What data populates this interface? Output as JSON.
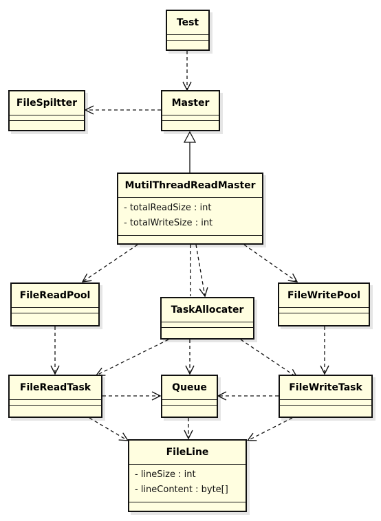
{
  "classes": {
    "test": {
      "name": "Test"
    },
    "master": {
      "name": "Master"
    },
    "file_splitter": {
      "name": "FileSpiltter"
    },
    "mutil_thread_read_master": {
      "name": "MutilThreadReadMaster",
      "attributes": [
        "- totalReadSize : int",
        "- totalWriteSize : int"
      ]
    },
    "file_read_pool": {
      "name": "FileReadPool"
    },
    "task_allocater": {
      "name": "TaskAllocater"
    },
    "file_write_pool": {
      "name": "FileWritePool"
    },
    "file_read_task": {
      "name": "FileReadTask"
    },
    "queue": {
      "name": "Queue"
    },
    "file_write_task": {
      "name": "FileWriteTask"
    },
    "file_line": {
      "name": "FileLine",
      "attributes": [
        "- lineSize : int",
        "- lineContent : byte[]"
      ]
    }
  },
  "relations": [
    {
      "from": "test",
      "to": "master",
      "kind": "dependency"
    },
    {
      "from": "master",
      "to": "file_splitter",
      "kind": "dependency"
    },
    {
      "from": "mutil_thread_read_master",
      "to": "master",
      "kind": "generalization"
    },
    {
      "from": "mutil_thread_read_master",
      "to": "file_read_pool",
      "kind": "dependency"
    },
    {
      "from": "mutil_thread_read_master",
      "to": "task_allocater",
      "kind": "dependency"
    },
    {
      "from": "mutil_thread_read_master",
      "to": "file_write_pool",
      "kind": "dependency"
    },
    {
      "from": "file_read_pool",
      "to": "file_read_task",
      "kind": "dependency"
    },
    {
      "from": "file_write_pool",
      "to": "file_write_task",
      "kind": "dependency"
    },
    {
      "from": "task_allocater",
      "to": "file_read_task",
      "kind": "dependency"
    },
    {
      "from": "task_allocater",
      "to": "queue",
      "kind": "dependency"
    },
    {
      "from": "task_allocater",
      "to": "file_write_task",
      "kind": "dependency"
    },
    {
      "from": "file_read_task",
      "to": "queue",
      "kind": "dependency"
    },
    {
      "from": "file_write_task",
      "to": "queue",
      "kind": "dependency"
    },
    {
      "from": "file_read_task",
      "to": "file_line",
      "kind": "dependency"
    },
    {
      "from": "queue",
      "to": "file_line",
      "kind": "dependency"
    },
    {
      "from": "file_write_task",
      "to": "file_line",
      "kind": "dependency"
    }
  ]
}
